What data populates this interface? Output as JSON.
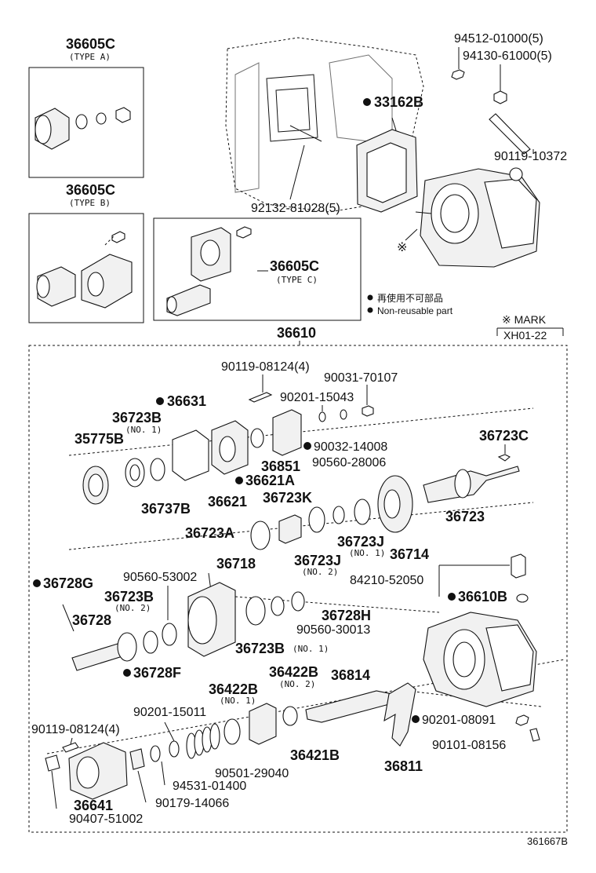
{
  "diagram_id": "361667B",
  "legend": {
    "jp_note": "再使用不可部品",
    "en_note": "Non-reusable part",
    "mark_label": "※ MARK",
    "mark_code": "XH01-22"
  },
  "type_a": {
    "part": "36605C",
    "type": "(TYPE A)"
  },
  "type_b": {
    "part": "36605C",
    "type": "(TYPE B)"
  },
  "type_c": {
    "part": "36605C",
    "type": "(TYPE C)"
  },
  "assembly": {
    "part": "36610"
  },
  "callouts": {
    "p94512": "94512-01000(5)",
    "p94130": "94130-61000(5)",
    "p33162B": "33162B",
    "p90119_10372": "90119-10372",
    "p92132": "92132-81028(5)",
    "mark_star": "※",
    "p90119_08124_top": "90119-08124(4)",
    "p90031": "90031-70107",
    "p36631": "36631",
    "p90201_15043": "90201-15043",
    "p36723B_no1": "36723B",
    "no1_a": "(NO. 1)",
    "p35775B": "35775B",
    "p36851": "36851",
    "p90032": "90032-14008",
    "p90560_28006": "90560-28006",
    "p36723C": "36723C",
    "p36621A": "36621A",
    "p36737B": "36737B",
    "p36621": "36621",
    "p36723K": "36723K",
    "p36723": "36723",
    "p36723A": "36723A",
    "p36723J_a": "36723J",
    "no1_b": "(NO. 1)",
    "p36714": "36714",
    "p36723J_b": "36723J",
    "no2_a": "(NO. 2)",
    "p36718": "36718",
    "p36728G": "36728G",
    "p90560_53002": "90560-53002",
    "p84210": "84210-52050",
    "p36723B_no2": "36723B",
    "no2_b": "(NO. 2)",
    "p36610B": "36610B",
    "p36728": "36728",
    "p36728H": "36728H",
    "p90560_30013": "90560-30013",
    "p36723B_bot": "36723B",
    "no1_c": "(NO. 1)",
    "p36728F": "36728F",
    "p36422B_a": "36422B",
    "no2_c": "(NO. 2)",
    "p36422B_b": "36422B",
    "no1_d": "(NO. 1)",
    "p36814": "36814",
    "p90201_15011": "90201-15011",
    "p90119_08124_bot": "90119-08124(4)",
    "p90201_08091": "90201-08091",
    "p36421B": "36421B",
    "p90101_08156": "90101-08156",
    "p90501_29040": "90501-29040",
    "p36811": "36811",
    "p94531": "94531-01400",
    "p36641": "36641",
    "p90179": "90179-14066",
    "p90407": "90407-51002"
  }
}
